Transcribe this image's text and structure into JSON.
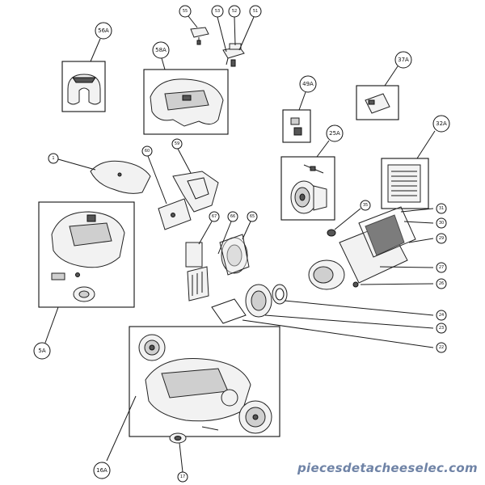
{
  "diagram": {
    "callouts": {
      "c56A": "56A",
      "c58A": "58A",
      "c55": "55",
      "c53": "53",
      "c52": "52",
      "c51": "51",
      "c49A": "49A",
      "c37A": "37A",
      "c25A": "25A",
      "c32A": "32A",
      "c1": "1",
      "c60": "60",
      "c59": "59",
      "c5A": "5A",
      "c67": "67",
      "c66": "66",
      "c65": "65",
      "c35": "35",
      "c31": "31",
      "c30": "30",
      "c29": "29",
      "c27": "27",
      "c26": "26",
      "c24": "24",
      "c23": "23",
      "c22": "22",
      "c16A": "16A",
      "c17": "17"
    },
    "watermark": "piecesdetacheeselec.com"
  }
}
